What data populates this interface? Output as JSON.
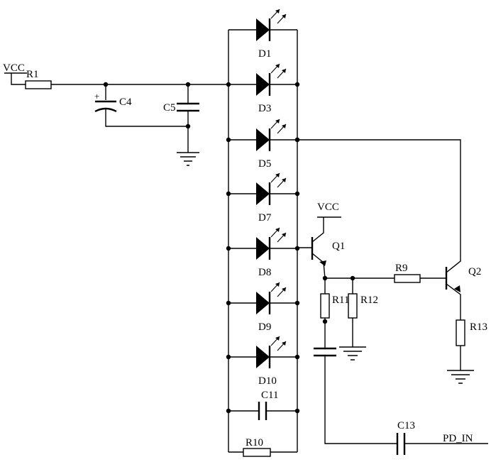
{
  "supply": {
    "vcc_left": "VCC",
    "vcc_q1": "VCC"
  },
  "resistors": {
    "r1": "R1",
    "r9": "R9",
    "r10": "R10",
    "r11": "R11",
    "r12": "R12",
    "r13": "R13"
  },
  "capacitors": {
    "c4": "C4",
    "c5": "C5",
    "c11": "C11",
    "c13": "C13",
    "c4_polarity": "+"
  },
  "diodes": [
    "D1",
    "D3",
    "D5",
    "D7",
    "D8",
    "D9",
    "D10"
  ],
  "transistors": {
    "q1": "Q1",
    "q2": "Q2"
  },
  "output": {
    "net": "PD_IN"
  }
}
